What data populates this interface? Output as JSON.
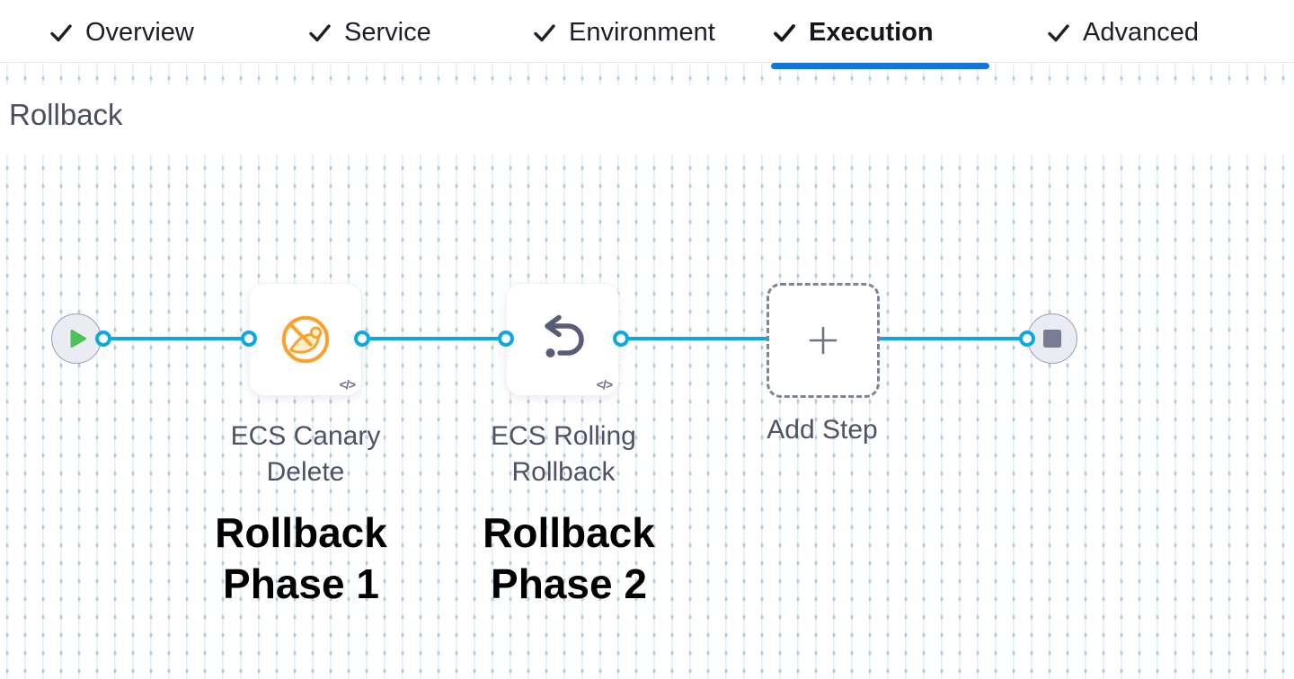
{
  "tabs": {
    "items": [
      {
        "label": "Overview",
        "state": "completed"
      },
      {
        "label": "Service",
        "state": "completed"
      },
      {
        "label": "Environment",
        "state": "completed"
      },
      {
        "label": "Execution",
        "state": "active"
      },
      {
        "label": "Advanced",
        "state": "completed"
      }
    ]
  },
  "section": {
    "title": "Rollback"
  },
  "pipeline": {
    "start_node": {
      "icon": "play-icon"
    },
    "end_node": {
      "icon": "stop-icon"
    },
    "steps": [
      {
        "label_line1": "ECS Canary",
        "label_line2": "Delete",
        "icon": "canary-delete-icon",
        "badge": "</>",
        "annotation_line1": "Rollback",
        "annotation_line2": "Phase 1"
      },
      {
        "label_line1": "ECS Rolling",
        "label_line2": "Rollback",
        "icon": "rolling-rollback-icon",
        "badge": "</>",
        "annotation_line1": "Rollback",
        "annotation_line2": "Phase 2"
      }
    ],
    "add_step": {
      "label": "Add Step",
      "icon": "plus-icon"
    }
  },
  "colors": {
    "accent_blue": "#0BA8E4",
    "active_tab_blue": "#1374DA",
    "canary_orange": "#FBA12E",
    "play_green": "#4BC356",
    "node_slate": "#575C78",
    "label_slate": "#4F5168",
    "annotation_black": "#000000"
  }
}
